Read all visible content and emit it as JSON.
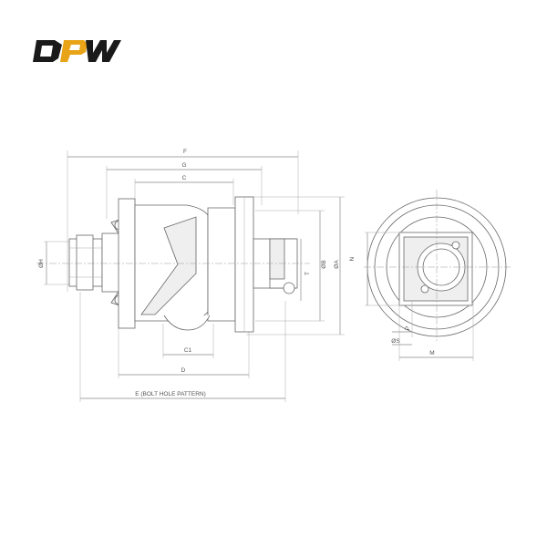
{
  "brand": {
    "logo_text": "DPW",
    "colors": {
      "logo_dark": "#1a1a1a",
      "logo_orange": "#e8a317",
      "line": "#8a8a8a"
    }
  },
  "dimensions": {
    "F": "F",
    "G": "G",
    "C": "C",
    "H": "ØH",
    "B": "ØB",
    "A": "ØA",
    "T": "T",
    "N": "N",
    "C1": "C1",
    "D": "D",
    "E": "E (BOLT HOLE PATTERN)",
    "P": "P",
    "S": "ØS",
    "M": "M"
  }
}
